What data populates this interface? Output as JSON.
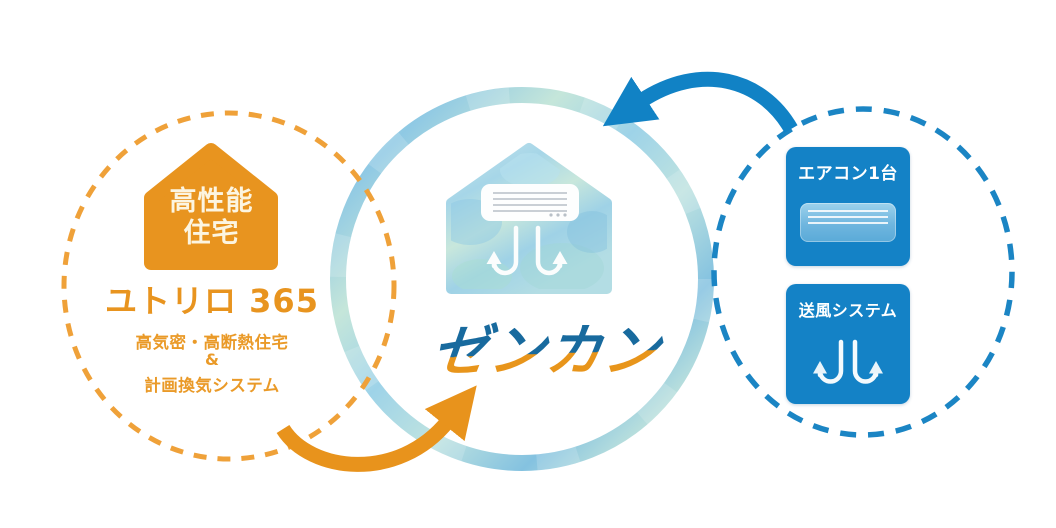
{
  "colors": {
    "orange": "#E8941F",
    "orange_dash": "#EFA139",
    "blue": "#1482C6",
    "blue_dash": "#1B85C4",
    "logo_blue": "#186A9E",
    "logo_orange": "#E8951B",
    "watercolor_blue": "#A6D7E8"
  },
  "left_circle": {
    "badge": {
      "line1": "高性能",
      "line2": "住宅"
    },
    "product_name": "ユトリロ 365",
    "features": {
      "line1": "高気密・高断熱住宅",
      "amp": "&",
      "line2": "計画換気システム"
    }
  },
  "center_circle": {
    "brand": "ゼンカン"
  },
  "right_circle": {
    "aircon_label": "エアコン1台",
    "fan_label": "送風システム"
  }
}
